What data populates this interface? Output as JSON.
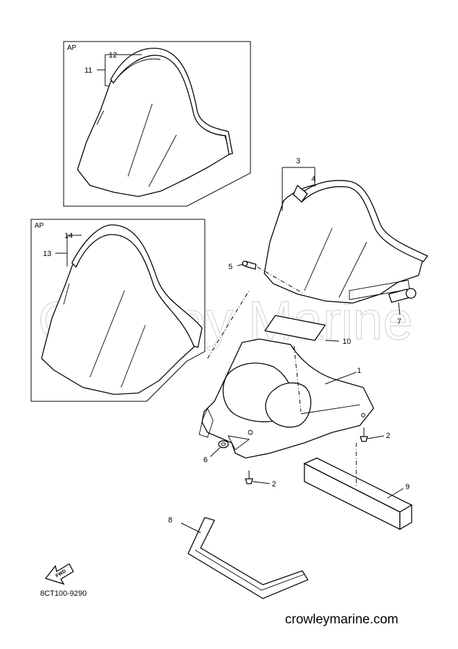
{
  "watermark": "Crowley Marine",
  "inset_label": "AP",
  "callouts": {
    "c1": "1",
    "c2a": "2",
    "c2b": "2",
    "c3": "3",
    "c4": "4",
    "c5": "5",
    "c6": "6",
    "c7": "7",
    "c8": "8",
    "c9": "9",
    "c10": "10",
    "c11": "11",
    "c12": "12",
    "c13": "13",
    "c14": "14"
  },
  "fwd_label": "FWD",
  "diagram_code": "8CT100-9290",
  "site_url": "crowleymarine.com"
}
